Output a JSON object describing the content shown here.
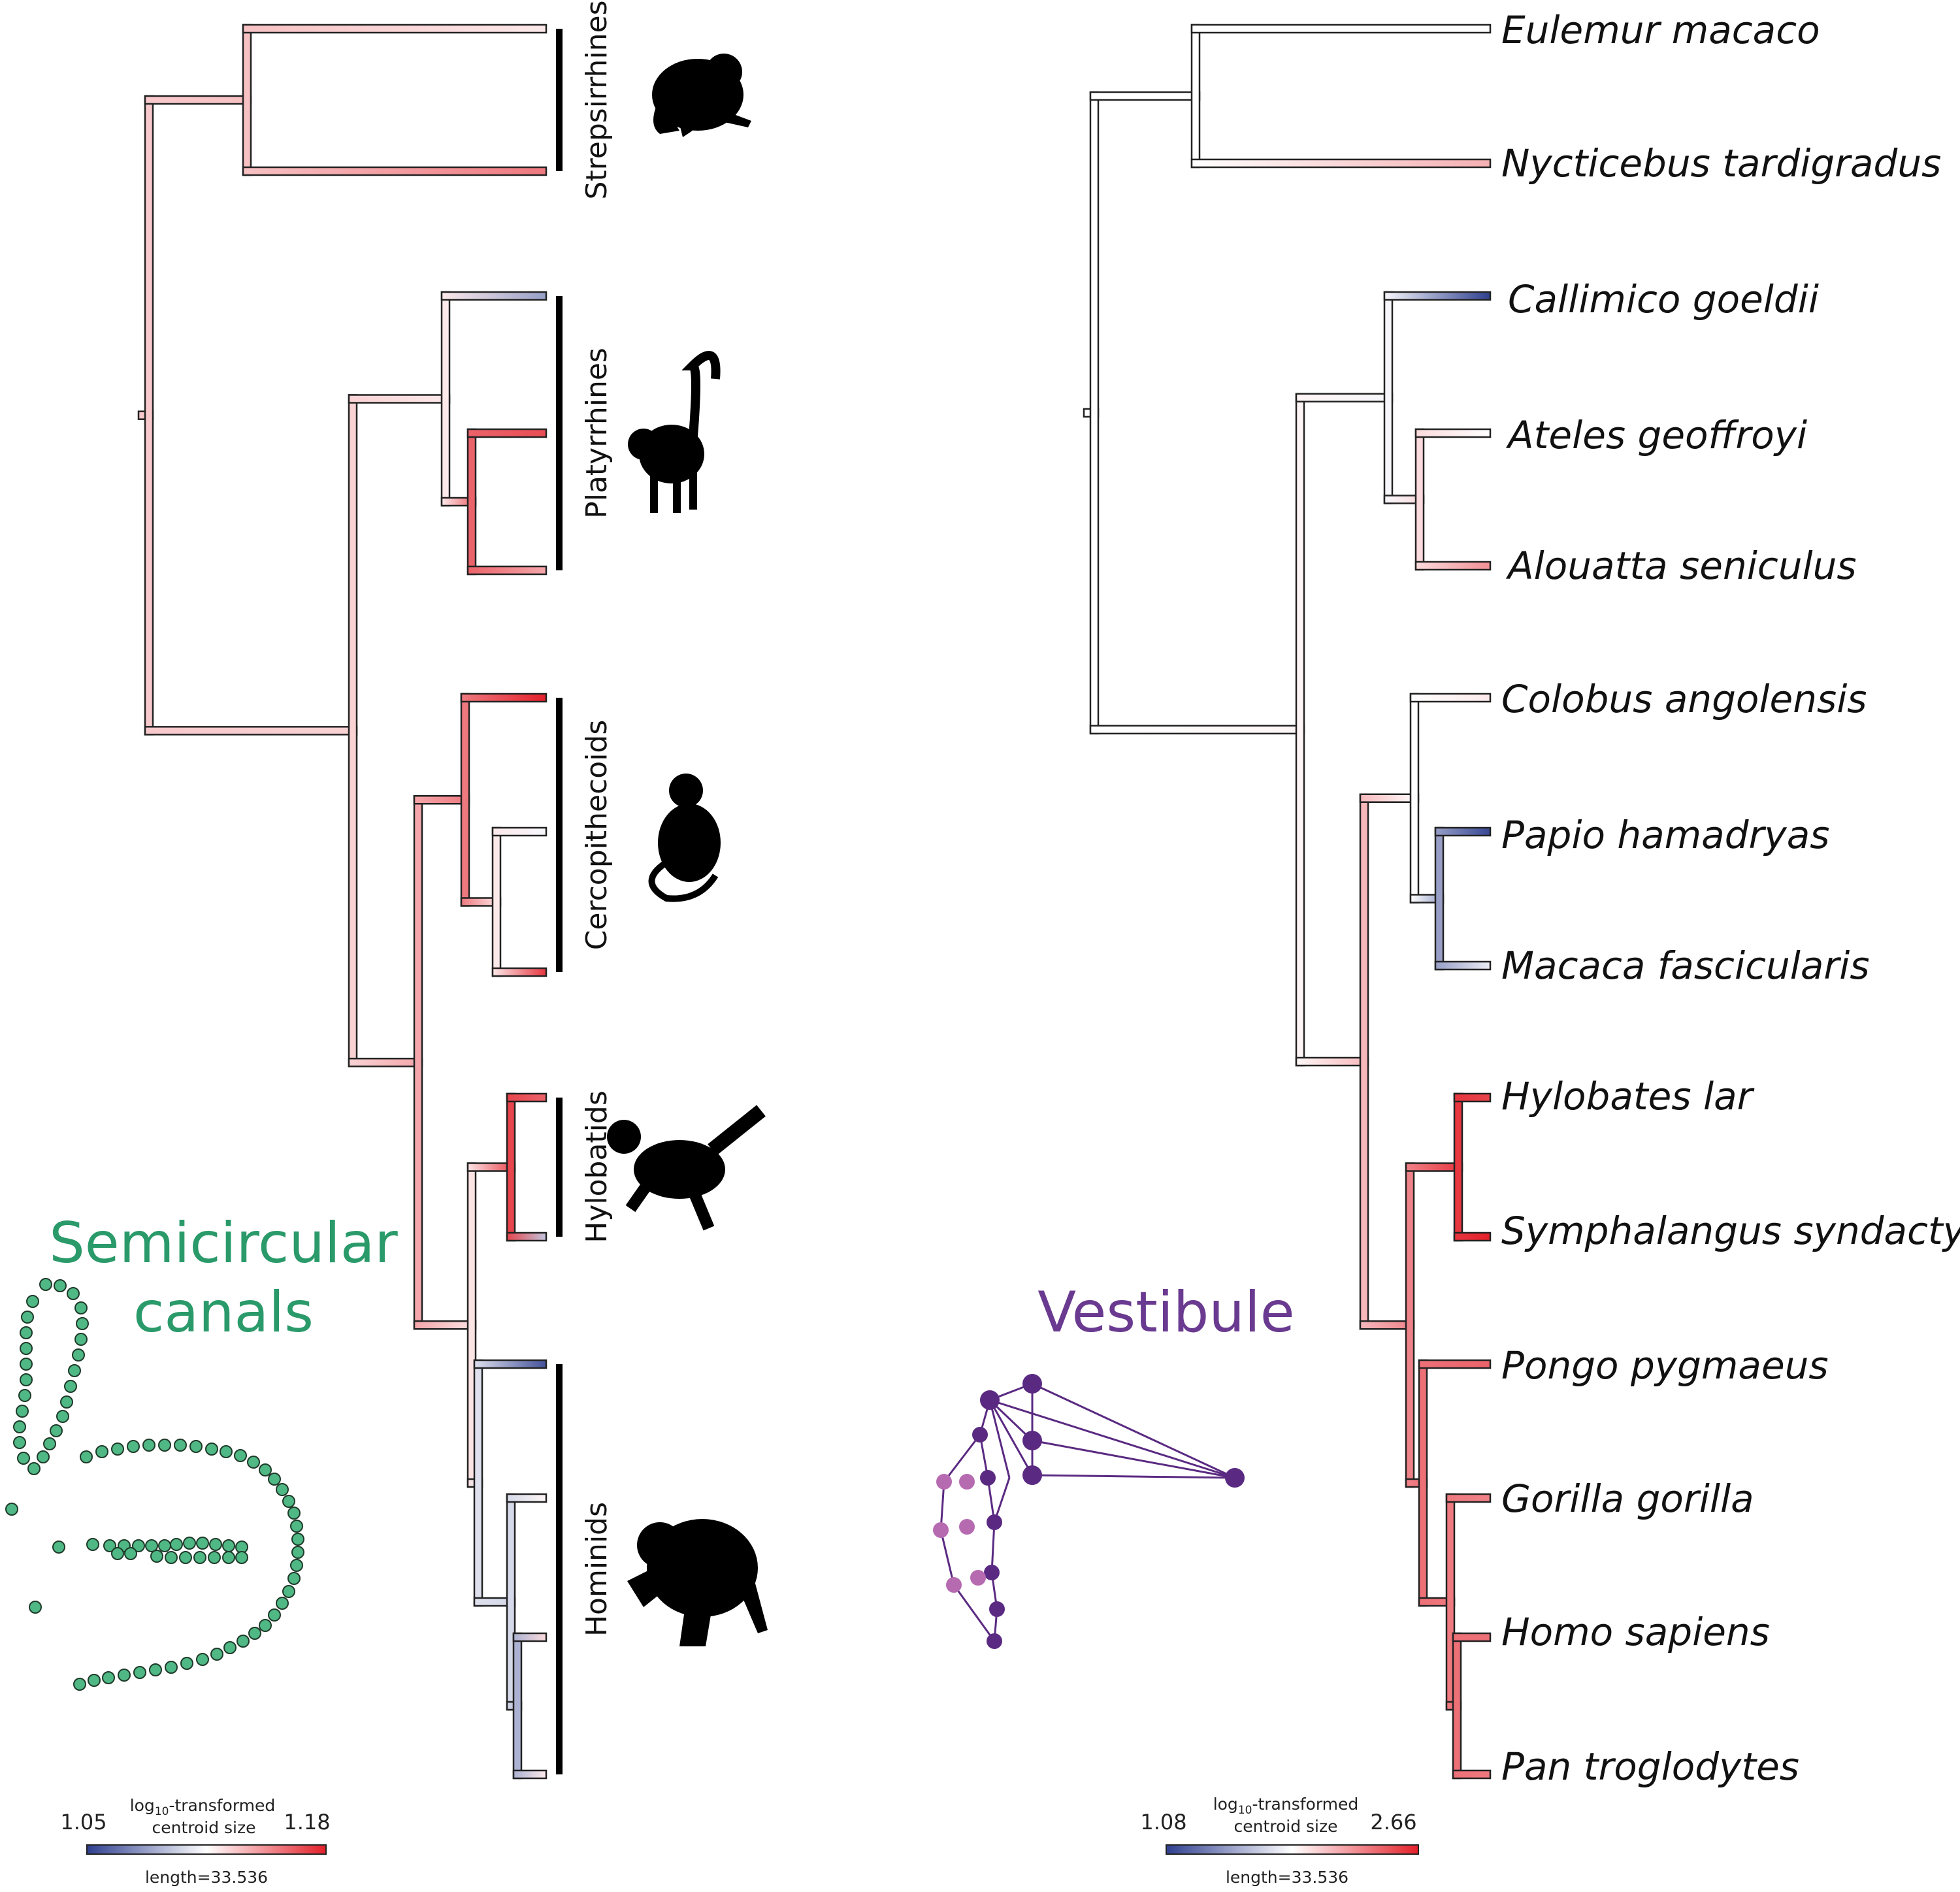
{
  "colors": {
    "low": "#2f3f8f",
    "mid": "#ffffff",
    "high": "#e3202a",
    "outline": "#222222"
  },
  "left_panel": {
    "title_line1": "Semicircular",
    "title_line2": "canals",
    "title_color": "#2a9a6a",
    "landmark_color": "#4fb884",
    "clades": [
      {
        "label": "Strepsirrhines",
        "icon": "lemur-silhouette-icon"
      },
      {
        "label": "Platyrrhines",
        "icon": "spider-monkey-silhouette-icon"
      },
      {
        "label": "Cercopithecoids",
        "icon": "macaque-silhouette-icon"
      },
      {
        "label": "Hylobatids",
        "icon": "gibbon-silhouette-icon"
      },
      {
        "label": "Hominids",
        "icon": "gorilla-silhouette-icon"
      }
    ],
    "tip_values": [
      0.55,
      0.8,
      0.25,
      0.9,
      0.7,
      1.0,
      0.48,
      0.95,
      0.85,
      0.35,
      0.05,
      0.52,
      0.58
    ],
    "node_values": {
      "root": 0.62,
      "strep": 0.64,
      "anth": 0.6,
      "plat": 0.55,
      "plat_sub": 0.85,
      "catar": 0.7,
      "cerco": 0.8,
      "cerco_sub": 0.55,
      "homin_all": 0.56,
      "hylo": 0.92,
      "homin": 0.42,
      "homin_a": 0.4,
      "homin_b": 0.3
    },
    "legend": {
      "min": "1.05",
      "max": "1.18",
      "title_part1": "log",
      "title_sub": "10",
      "title_part2": "-transformed",
      "title_line2": "centroid size",
      "length": "length=33.536"
    }
  },
  "right_panel": {
    "title": "Vestibule",
    "title_color": "#6a3a90",
    "species": [
      "Eulemur macaco",
      "Nycticebus tardigradus",
      "Callimico goeldii",
      "Ateles geoffroyi",
      "Alouatta seniculus",
      "Colobus angolensis",
      "Papio hamadryas",
      "Macaca fascicularis",
      "Hylobates lar",
      "Symphalangus syndactylus",
      "Pongo pygmaeus",
      "Gorilla gorilla",
      "Homo sapiens",
      "Pan troglodytes"
    ],
    "tip_values": [
      0.5,
      0.68,
      0.0,
      0.5,
      0.75,
      0.55,
      0.02,
      0.45,
      0.92,
      1.0,
      0.85,
      0.78,
      0.82,
      0.8
    ],
    "node_values": {
      "root": 0.5,
      "strep": 0.5,
      "anth": 0.52,
      "plat": 0.48,
      "plat_sub": 0.58,
      "catar": 0.66,
      "cerco": 0.5,
      "cerco_sub": 0.25,
      "homin_all": 0.78,
      "hylo": 0.95,
      "homin": 0.82,
      "afr": 0.8,
      "hp": 0.82
    },
    "legend": {
      "min": "1.08",
      "max": "2.66",
      "title_part1": "log",
      "title_sub": "10",
      "title_part2": "-transformed",
      "title_line2": "centroid size",
      "length": "length=33.536"
    }
  }
}
